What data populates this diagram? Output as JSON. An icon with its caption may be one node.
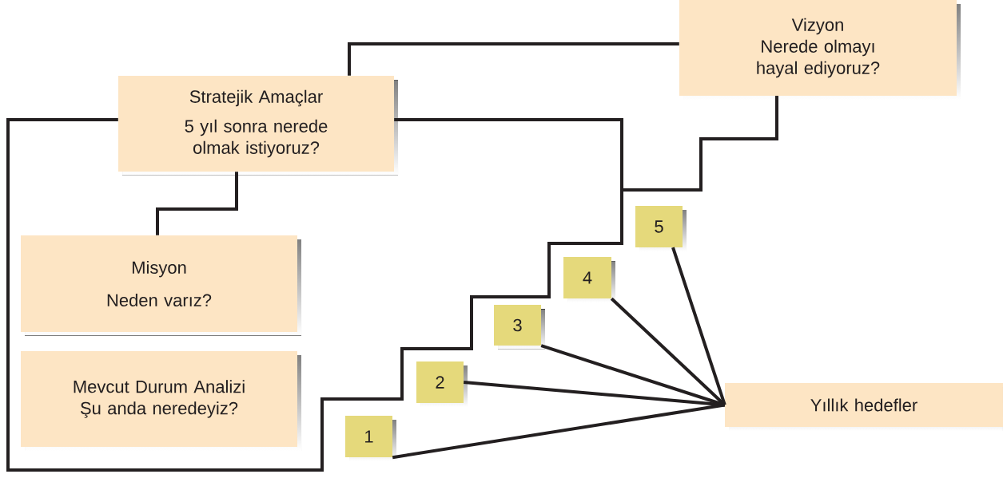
{
  "diagram": {
    "nodes": [
      {
        "text": [
          "Vizyon",
          "Nerede olmayı hayal ediyoruz?"
        ]
      },
      {
        "text": [
          "Stratejik Amaçlar",
          "5 yıl sonra nerede olmak istiyoruz?"
        ]
      },
      {
        "text": [
          "Misyon",
          "Neden varız?"
        ]
      },
      {
        "text": [
          "Mevcut Durum Analizi",
          "Şu anda neredeyiz?"
        ]
      },
      {
        "text": [
          "5"
        ]
      },
      {
        "text": [
          "4"
        ]
      },
      {
        "text": [
          "3"
        ]
      },
      {
        "text": [
          "2"
        ]
      },
      {
        "text": [
          "1"
        ]
      },
      {
        "text": [
          "Yıllık hedefler"
        ]
      }
    ],
    "edges": [
      {
        "from": 1,
        "to": 0,
        "arrow": "none"
      },
      {
        "from": 1,
        "to": 2,
        "arrow": "none"
      },
      {
        "from": 1,
        "to": 0,
        "arrow": "none"
      },
      {
        "from": 0,
        "to": 1,
        "arrow": "none"
      },
      {
        "from": 4,
        "to": 9,
        "arrow": "none"
      },
      {
        "from": 5,
        "to": 9,
        "arrow": "none"
      },
      {
        "from": 6,
        "to": 9,
        "arrow": "none"
      },
      {
        "from": 7,
        "to": 9,
        "arrow": "none"
      },
      {
        "from": 8,
        "to": 9,
        "arrow": "none"
      }
    ]
  }
}
